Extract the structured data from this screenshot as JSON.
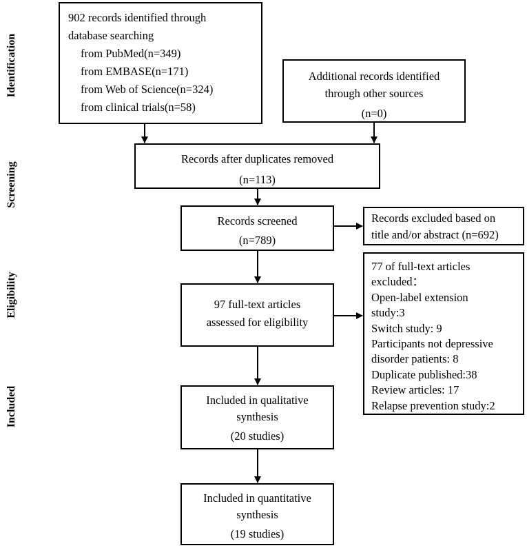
{
  "phases": {
    "identification": "Identification",
    "screening": "Screening",
    "eligibility": "Eligibility",
    "included": "Included"
  },
  "boxes": {
    "database_search": {
      "lines": [
        "902 records identified through",
        "database searching"
      ],
      "sources": [
        "from PubMed(n=349)",
        "from EMBASE(n=171)",
        "from Web of Science(n=324)",
        "from clinical trials(n=58)"
      ]
    },
    "other_sources": {
      "lines": [
        "Additional records identified",
        "through other sources",
        "(n=0)"
      ]
    },
    "duplicates_removed": {
      "lines": [
        "Records after duplicates removed",
        "(n=113)"
      ]
    },
    "records_screened": {
      "lines": [
        "Records screened",
        "(n=789)"
      ]
    },
    "records_excluded": {
      "lines": [
        "Records excluded based on",
        "title and/or abstract (n=692)"
      ]
    },
    "full_text_assessed": {
      "lines": [
        "97 full-text articles",
        "assessed for eligibility"
      ]
    },
    "full_text_excluded": {
      "lines": [
        "77 of full-text articles",
        "excluded：",
        "Open-label extension",
        "study:3",
        "Switch study: 9",
        "Participants not depressive",
        "disorder patients: 8",
        "Duplicate published:38",
        "Review articles: 17",
        "Relapse prevention study:2"
      ]
    },
    "qualitative": {
      "lines": [
        "Included in qualitative",
        "synthesis",
        "(20 studies)"
      ]
    },
    "quantitative": {
      "lines": [
        "Included in quantitative",
        "synthesis",
        "(19 studies)"
      ]
    }
  }
}
